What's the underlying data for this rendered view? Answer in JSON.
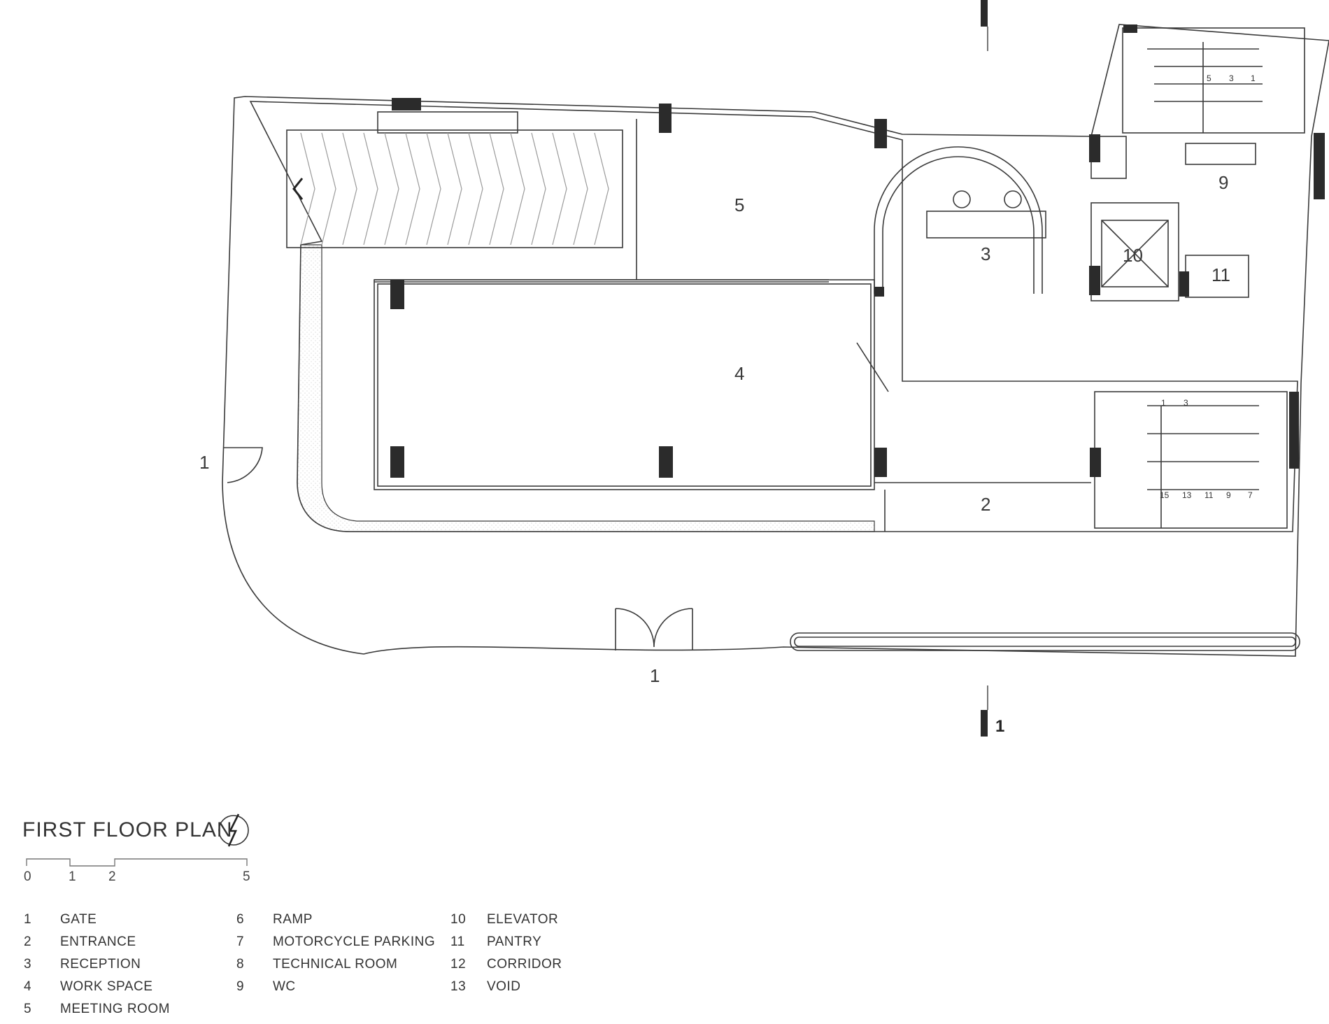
{
  "plan": {
    "title": "FIRST FLOOR PLAN",
    "room_labels": [
      {
        "id": "gate-west",
        "text": "1"
      },
      {
        "id": "gate-south",
        "text": "1"
      },
      {
        "id": "entrance",
        "text": "2"
      },
      {
        "id": "reception",
        "text": "3"
      },
      {
        "id": "work-space",
        "text": "4"
      },
      {
        "id": "meeting-room",
        "text": "5"
      },
      {
        "id": "wc",
        "text": "9"
      },
      {
        "id": "elevator",
        "text": "10"
      },
      {
        "id": "pantry",
        "text": "11"
      }
    ],
    "section_marker": "1",
    "stair_top_numbers": [
      "5",
      "3",
      "1"
    ],
    "stair_right_numbers_top": [
      "1",
      "3"
    ],
    "stair_right_numbers_bottom": [
      "15",
      "13",
      "11",
      "9",
      "7"
    ]
  },
  "scale_bar": {
    "ticks": [
      "0",
      "1",
      "2",
      "5"
    ],
    "unit": "m"
  },
  "legend": [
    {
      "num": "1",
      "label": "GATE"
    },
    {
      "num": "2",
      "label": "ENTRANCE"
    },
    {
      "num": "3",
      "label": "RECEPTION"
    },
    {
      "num": "4",
      "label": "WORK SPACE"
    },
    {
      "num": "5",
      "label": "MEETING ROOM"
    },
    {
      "num": "6",
      "label": "RAMP"
    },
    {
      "num": "7",
      "label": "MOTORCYCLE PARKING"
    },
    {
      "num": "8",
      "label": "TECHNICAL ROOM"
    },
    {
      "num": "9",
      "label": "WC"
    },
    {
      "num": "10",
      "label": "ELEVATOR"
    },
    {
      "num": "11",
      "label": "PANTRY"
    },
    {
      "num": "12",
      "label": "CORRIDOR"
    },
    {
      "num": "13",
      "label": "VOID"
    }
  ],
  "colors": {
    "line": "#3a3a3a",
    "column": "#2b2b2b",
    "light_line": "#bdbdbd"
  },
  "icons": {
    "north_arrow": "north-arrow-icon"
  }
}
